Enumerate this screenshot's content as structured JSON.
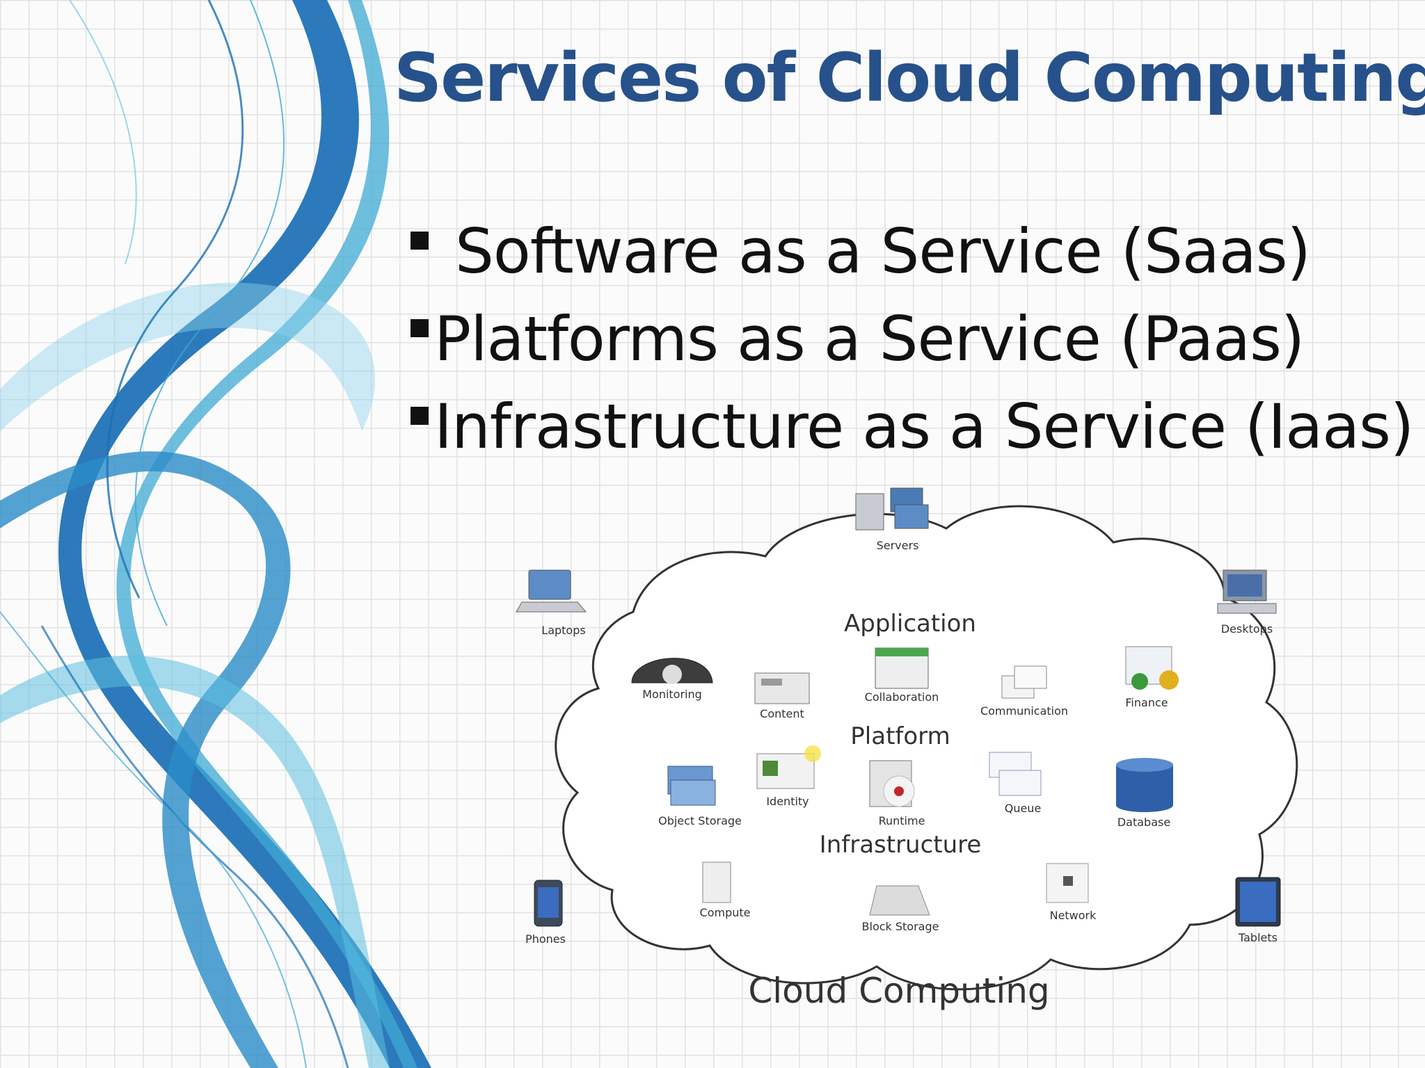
{
  "slide": {
    "title": "Services of Cloud Computing",
    "bullets": [
      "Software as a Service (Saas)",
      "Platforms as a Service (Paas)",
      "Infrastructure as a Service (Iaas)"
    ]
  },
  "diagram": {
    "caption": "Cloud Computing",
    "sections": {
      "application": "Application",
      "platform": "Platform",
      "infrastructure": "Infrastructure"
    },
    "devices": {
      "servers": "Servers",
      "laptops": "Laptops",
      "desktops": "Desktops",
      "phones": "Phones",
      "tablets": "Tablets"
    },
    "application_items": {
      "monitoring": "Monitoring",
      "content": "Content",
      "collaboration": "Collaboration",
      "communication": "Communication",
      "finance": "Finance"
    },
    "platform_items": {
      "object_storage": "Object Storage",
      "identity": "Identity",
      "runtime": "Runtime",
      "queue": "Queue",
      "database": "Database"
    },
    "infrastructure_items": {
      "compute": "Compute",
      "block_storage": "Block Storage",
      "network": "Network"
    }
  },
  "colors": {
    "title": "#27518a",
    "swirl_dark": "#1a6fb5",
    "swirl_light": "#3fa9d4",
    "grid": "#e2e2e2"
  }
}
